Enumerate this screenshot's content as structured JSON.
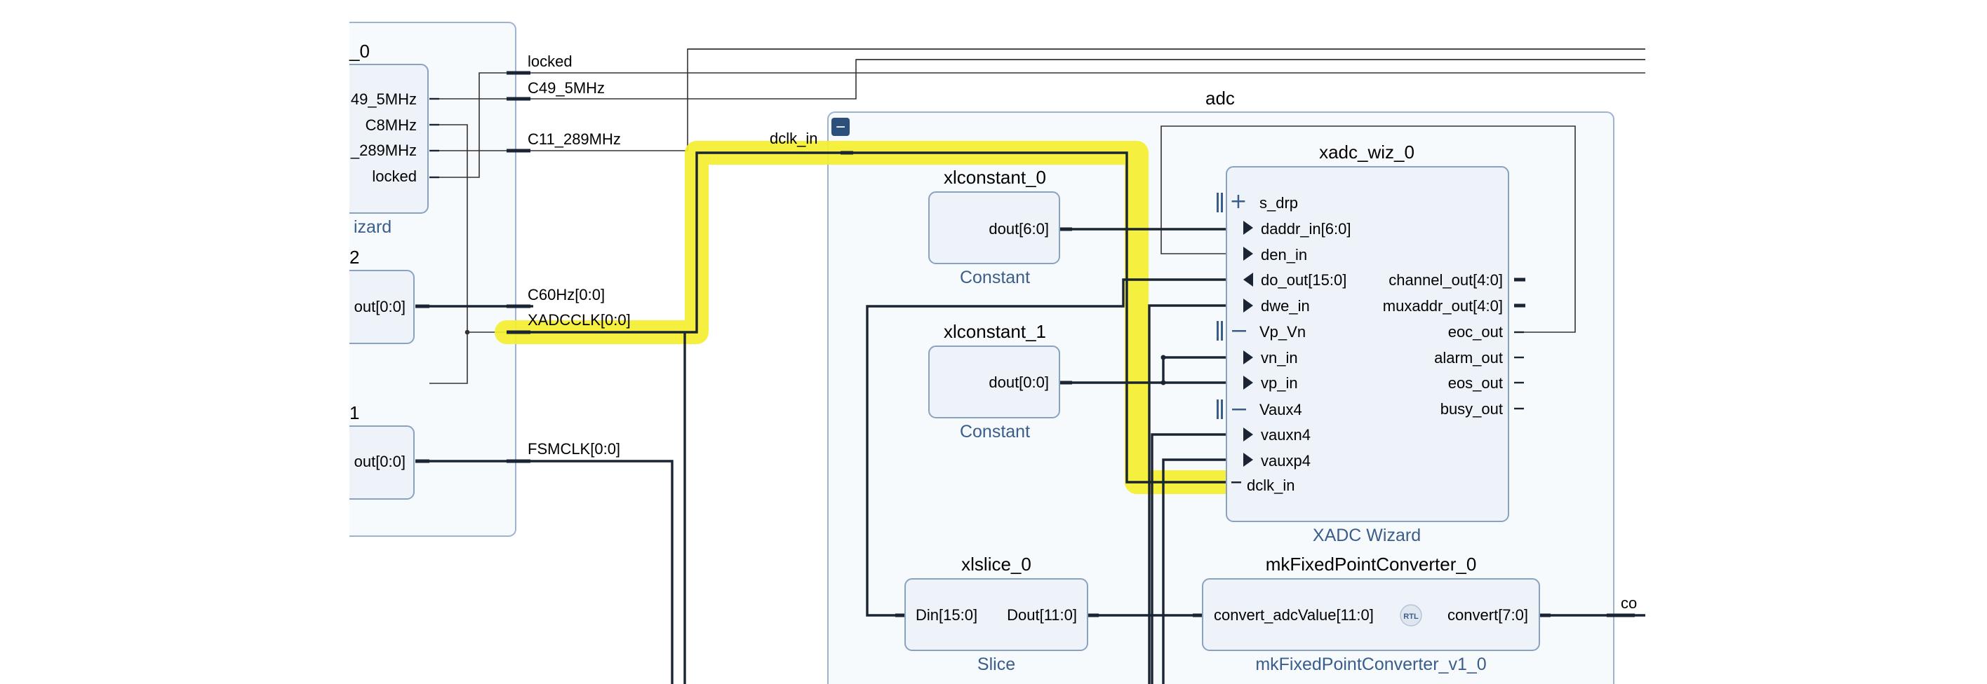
{
  "left_panel": {
    "block_a_title_fragment": "_0",
    "block_a_ports": [
      "49_5MHz",
      "C8MHz",
      "_289MHz",
      "locked"
    ],
    "block_a_subtitle_fragment": "izard",
    "block_b_title_fragment": "2",
    "block_b_port": "out[0:0]",
    "block_c_title_fragment": "1",
    "block_c_port": "out[0:0]"
  },
  "nets": {
    "locked": "locked",
    "c49": "C49_5MHz",
    "c11": "C11_289MHz",
    "c60": "C60Hz[0:0]",
    "xadcclk": "XADCCLK[0:0]",
    "fsmclk": "FSMCLK[0:0]",
    "dclk_in": "dclk_in",
    "right_fragment": "co"
  },
  "adc_block": {
    "title": "adc",
    "collapse_glyph": "−"
  },
  "xlconstant_0": {
    "title": "xlconstant_0",
    "port": "dout[6:0]",
    "type": "Constant"
  },
  "xlconstant_1": {
    "title": "xlconstant_1",
    "port": "dout[0:0]",
    "type": "Constant"
  },
  "xadc_wiz_0": {
    "title": "xadc_wiz_0",
    "type": "XADC Wizard",
    "inputs": [
      "s_drp",
      "daddr_in[6:0]",
      "den_in",
      "do_out[15:0]",
      "dwe_in",
      "Vp_Vn",
      "vn_in",
      "vp_in",
      "Vaux4",
      "vauxn4",
      "vauxp4",
      "dclk_in"
    ],
    "outputs": [
      "channel_out[4:0]",
      "muxaddr_out[4:0]",
      "eoc_out",
      "alarm_out",
      "eos_out",
      "busy_out"
    ]
  },
  "xlslice_0": {
    "title": "xlslice_0",
    "in_port": "Din[15:0]",
    "out_port": "Dout[11:0]",
    "type": "Slice"
  },
  "mkFixedPointConverter_0": {
    "title": "mkFixedPointConverter_0",
    "in_port": "convert_adcValue[11:0]",
    "badge": "RTL",
    "out_port": "convert[7:0]",
    "type": "mkFixedPointConverter_v1_0"
  },
  "colors": {
    "highlight": "#f4ef2f",
    "block_fill": "#eef3fa",
    "block_stroke": "#8aa2c2",
    "outer_fill": "#f7fafd",
    "type_label": "#3a5d8a",
    "wire": "#1a2433"
  }
}
